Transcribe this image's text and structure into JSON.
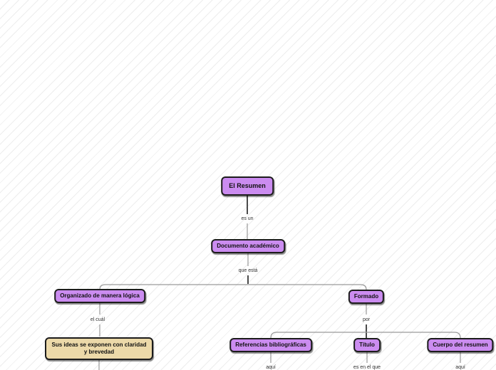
{
  "mindmap": {
    "nodes": {
      "el_resumen": {
        "label": "El Resumen",
        "fill": "#cb8cf0"
      },
      "documento": {
        "label": "Documento académico",
        "fill": "#cb8cf0"
      },
      "organizado": {
        "label": "Organizado de manera lógica",
        "fill": "#cb8cf0"
      },
      "formado": {
        "label": "Formado",
        "fill": "#cb8cf0"
      },
      "sus_ideas": {
        "label": "Sus ideas se exponen con claridad y brevedad",
        "fill": "#ecd9a9"
      },
      "referencias": {
        "label": "Referencias bibliográficas",
        "fill": "#cb8cf0"
      },
      "titulo": {
        "label": "Título",
        "fill": "#cb8cf0"
      },
      "cuerpo": {
        "label": "Cuerpo del resumen",
        "fill": "#cb8cf0"
      }
    },
    "edge_labels": {
      "es_un": "es un",
      "que_esta": "que está",
      "el_cual": "el cuál",
      "por": "por",
      "aqui_left": "aquí",
      "es_en_el_que": "es en el que",
      "aqui_right": "aquí"
    },
    "colors": {
      "node_border": "#1c1c1c",
      "edge_light": "#9a9a9a",
      "edge_dark": "#4a4a4a",
      "background_hatch": "#ededed"
    }
  }
}
